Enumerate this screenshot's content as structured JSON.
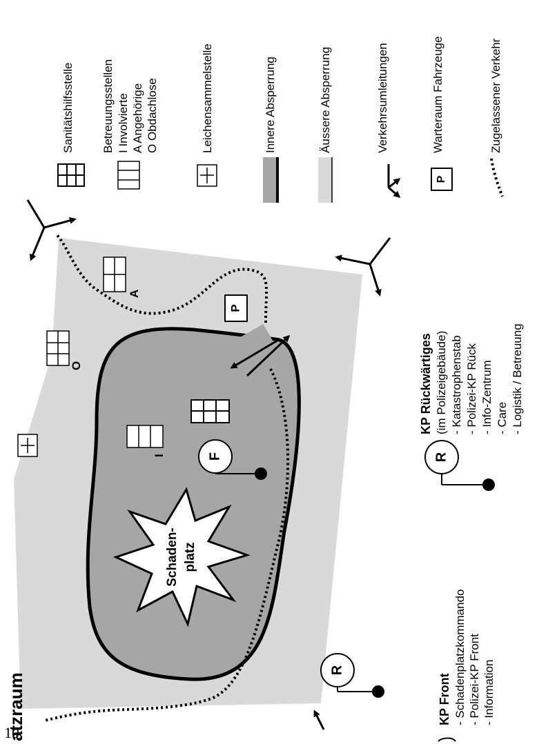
{
  "title": "atzraum",
  "page_number": "10",
  "colors": {
    "outer_zone": "#d9d9d9",
    "inner_zone": "#a6a6a6",
    "ink": "#000000",
    "background": "#ffffff"
  },
  "map": {
    "center_label_line1": "Schaden-",
    "center_label_line2": "platz",
    "label_I": "I",
    "label_O": "O",
    "label_A": "A",
    "front_marker": "F",
    "rear_marker": "R",
    "parking_marker": "P"
  },
  "legend": {
    "sanitaets": "Sanitätshilfsstelle",
    "betreuung_title": "Betreuungsstellen",
    "betreuung_items": [
      "I   Involvierte",
      "A  Angehörige",
      "O  Obdachlose"
    ],
    "leichen": "Leichensammelstelle",
    "innere": "Innere Absperrung",
    "aeussere": "Äussere Absperrung",
    "umleitung": "Verkehrsumleitungen",
    "warteraum": "Warteraum Fahrzeuge",
    "warteraum_icon": "P",
    "zugelassen": "Zugelassener Verkehr"
  },
  "kp_front": {
    "title": "KP Front",
    "items": [
      "- Schadenplatzkommando",
      "- Polizei-KP Front",
      "- Information"
    ]
  },
  "kp_rueck": {
    "icon": "R",
    "title": "KP Rückwärtiges",
    "subtitle": "(im Polizeigebäude)",
    "items": [
      "- Katastrophenstab",
      "- Polizei-KP Rück",
      "- Info-Zentrum",
      "- Care",
      "- Logistik / Betreuung"
    ]
  },
  "icons": [
    "first-aid-post-icon",
    "care-station-icon",
    "body-collection-icon",
    "detour-arrows-icon",
    "parking-icon",
    "explosion-icon",
    "command-post-icon"
  ]
}
